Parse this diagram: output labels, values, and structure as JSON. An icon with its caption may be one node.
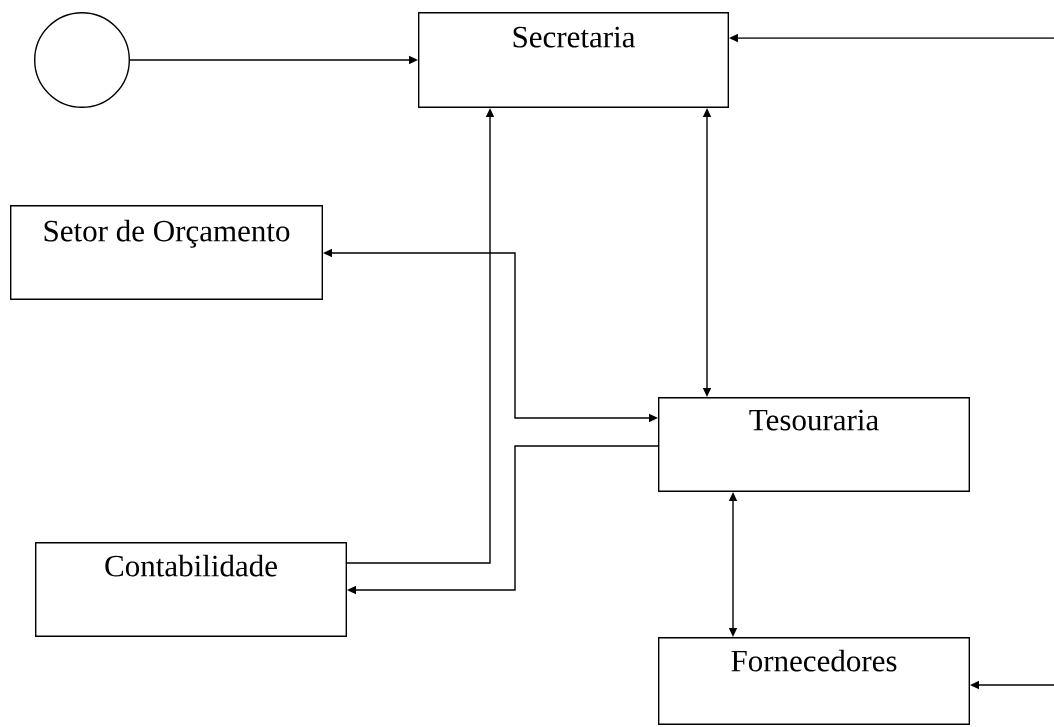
{
  "diagram": {
    "nodes": [
      {
        "text": [],
        "shape": "circle"
      },
      {
        "text": [
          "Secretaria"
        ]
      },
      {
        "text": [
          "Setor de Orçamento"
        ]
      },
      {
        "text": [
          "Tesouraria"
        ]
      },
      {
        "text": [
          "Contabilidade"
        ]
      },
      {
        "text": [
          "Fornecedores"
        ]
      }
    ],
    "edges": [
      {
        "from": 0,
        "to": 1,
        "arrow": "to"
      },
      {
        "from": null,
        "to": 1,
        "arrow": "to"
      },
      {
        "from": 1,
        "to": 3,
        "arrow": "both"
      },
      {
        "from": 2,
        "to": 3,
        "arrow": "both"
      },
      {
        "from": 4,
        "to": 1,
        "arrow": "to"
      },
      {
        "from": 3,
        "to": 4,
        "arrow": "to"
      },
      {
        "from": 3,
        "to": 5,
        "arrow": "both"
      },
      {
        "from": null,
        "to": 5,
        "arrow": "to"
      }
    ]
  }
}
